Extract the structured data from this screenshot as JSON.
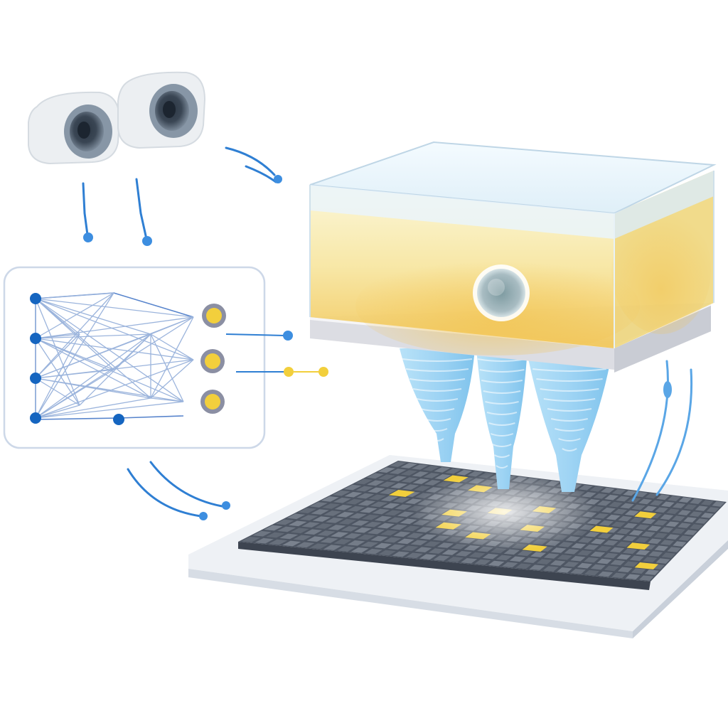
{
  "palette": {
    "line_blue": "#2f7fd3",
    "node_blue": "#1565c0",
    "light_blue": "#9fd4f4",
    "yellow": "#f2cf3c",
    "gold_glow": "#f3c24c",
    "chip_dark": "#4e5663",
    "chip_tile": "#6b7280",
    "plate": "#eef1f5",
    "output_ring": "#8b8fa3",
    "camera_body": "#eceff2",
    "camera_lens": "#3a4654"
  },
  "icons": [
    "camera-sensor-icon",
    "neural-network-icon",
    "output-node-icon",
    "microfluidic-chamber-icon",
    "nozzle-icon",
    "microarray-chip-icon",
    "flow-arrow-icon"
  ],
  "network": {
    "input_nodes": 4,
    "output_nodes": 3
  },
  "nozzles": 3,
  "chip": {
    "highlighted_cells": 14
  }
}
